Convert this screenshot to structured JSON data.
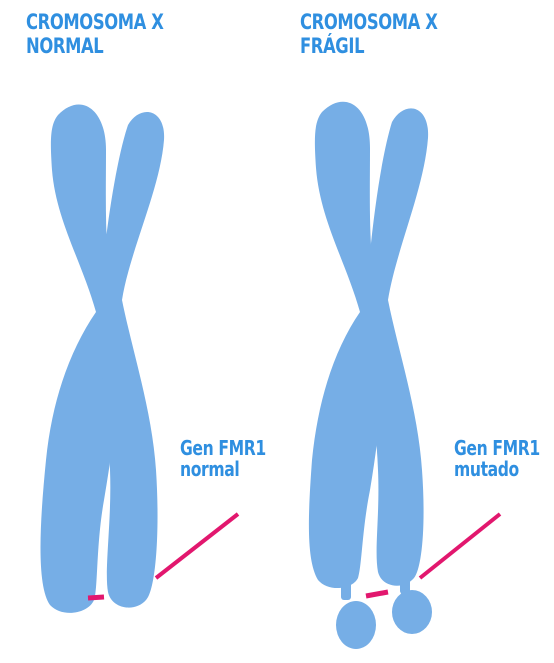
{
  "colors": {
    "chromosome": "#76aee6",
    "label_text": "#2f8fe0",
    "gene_marker": "#e2176e",
    "background": "#ffffff"
  },
  "left_panel": {
    "title_line1": "CROMOSOMA X",
    "title_line2": "NORMAL",
    "gene_label_line1": "Gen FMR1",
    "gene_label_line2": "normal"
  },
  "right_panel": {
    "title_line1": "CROMOSOMA X",
    "title_line2": "FRÁGIL",
    "gene_label_line1": "Gen FMR1",
    "gene_label_line2": "mutado"
  }
}
